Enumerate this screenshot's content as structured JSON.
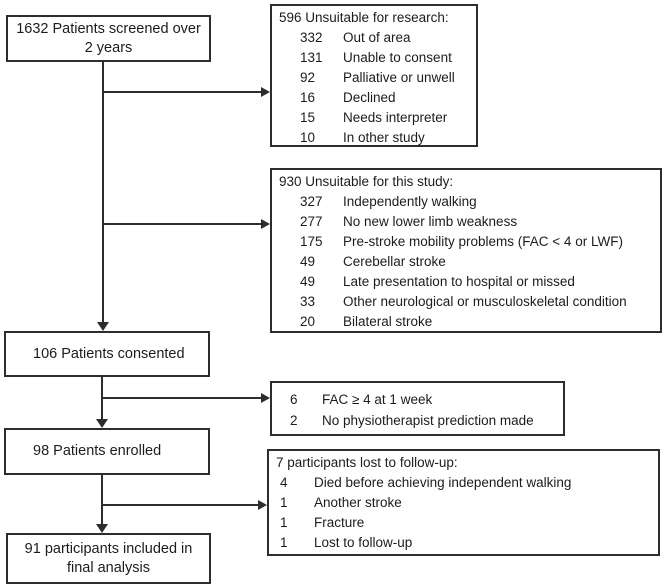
{
  "flowchart": {
    "colors": {
      "border": "#2d2d2d",
      "line": "#2d2d2d",
      "text": "#1c1c1c",
      "background": "#ffffff"
    },
    "main_boxes": {
      "screened": {
        "line1": "1632 Patients screened over",
        "line2": "2 years"
      },
      "consented": {
        "label": "106 Patients consented"
      },
      "enrolled": {
        "label": "98 Patients enrolled"
      },
      "final_analysis": {
        "line1": "91 participants included in",
        "line2": "final analysis"
      }
    },
    "side_boxes": {
      "unsuitable_research": {
        "header": "596 Unsuitable for research:",
        "items": [
          {
            "count": "332",
            "label": "Out of area"
          },
          {
            "count": "131",
            "label": "Unable to consent"
          },
          {
            "count": "92",
            "label": "Palliative or unwell"
          },
          {
            "count": "16",
            "label": "Declined"
          },
          {
            "count": "15",
            "label": "Needs interpreter"
          },
          {
            "count": "10",
            "label": "In other study"
          }
        ]
      },
      "unsuitable_study": {
        "header": "930 Unsuitable for this study:",
        "items": [
          {
            "count": "327",
            "label": "Independently walking"
          },
          {
            "count": "277",
            "label": "No new lower limb weakness"
          },
          {
            "count": "175",
            "label": "Pre-stroke mobility problems (FAC < 4 or LWF)"
          },
          {
            "count": "49",
            "label": "Cerebellar stroke"
          },
          {
            "count": "49",
            "label": "Late presentation to hospital or missed"
          },
          {
            "count": "33",
            "label": "Other neurological or musculoskeletal condition"
          },
          {
            "count": "20",
            "label": "Bilateral stroke"
          }
        ]
      },
      "excluded_week1": {
        "items": [
          {
            "count": "6",
            "label": "FAC ≥ 4 at 1 week"
          },
          {
            "count": "2",
            "label": "No physiotherapist prediction made"
          }
        ]
      },
      "lost_followup": {
        "header": "7 participants lost to follow-up:",
        "items": [
          {
            "count": "4",
            "label": "Died before achieving independent walking"
          },
          {
            "count": "1",
            "label": "Another stroke"
          },
          {
            "count": "1",
            "label": "Fracture"
          },
          {
            "count": "1",
            "label": "Lost to follow-up"
          }
        ]
      }
    }
  }
}
